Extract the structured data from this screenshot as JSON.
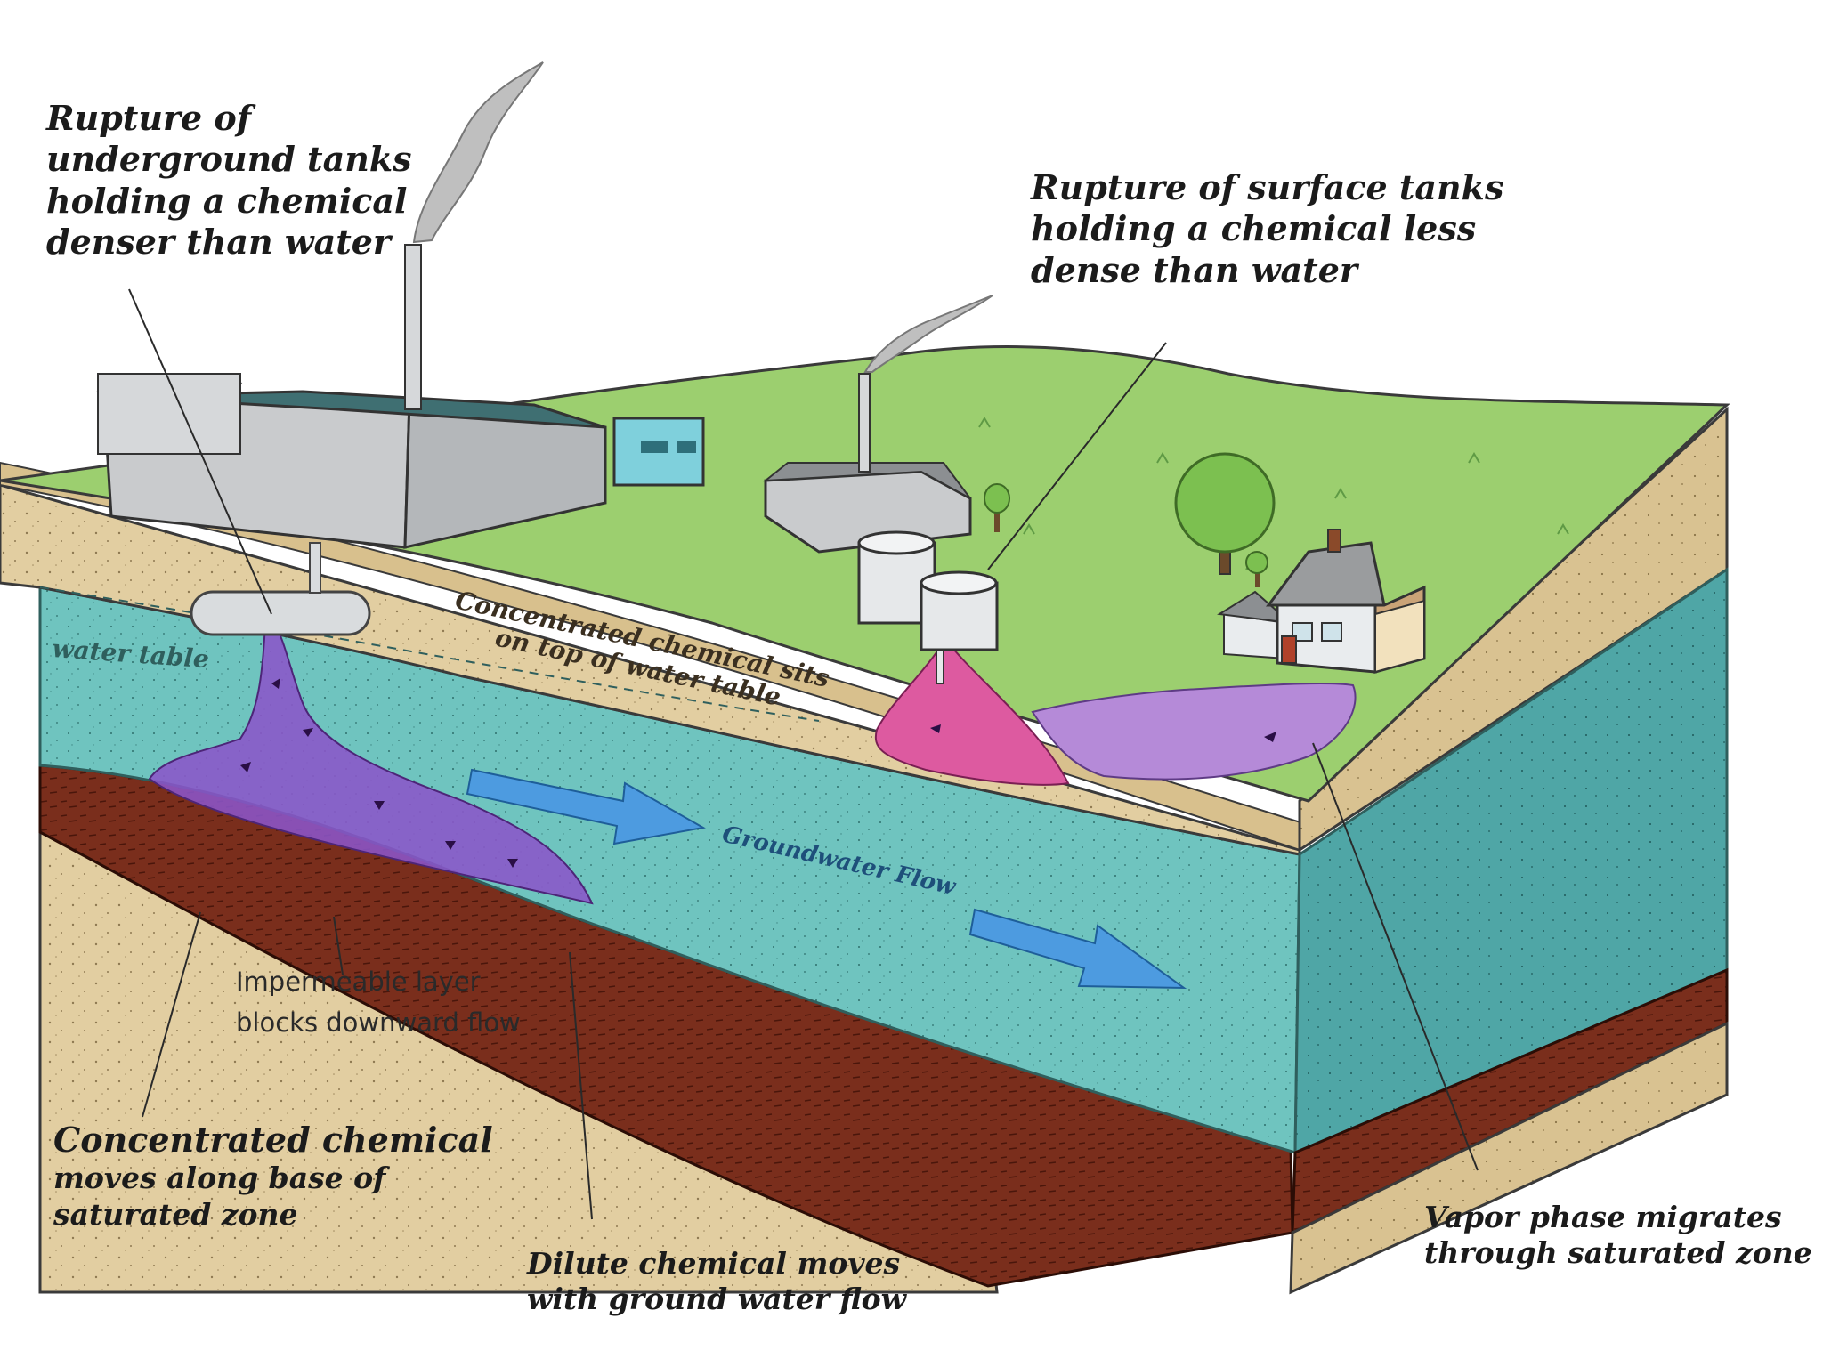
{
  "callouts": {
    "underground_tanks": [
      "Rupture of",
      "underground tanks",
      "holding a chemical",
      "denser than water"
    ],
    "surface_tanks": [
      "Rupture of surface tanks",
      "holding a chemical less",
      "dense than water"
    ],
    "concentrated_base": [
      "Concentrated chemical",
      "moves along base of",
      "saturated zone"
    ],
    "dilute_chemical": [
      "Dilute chemical moves",
      "with ground water flow"
    ],
    "vapor_phase": [
      "Vapor phase migrates",
      "through saturated zone"
    ],
    "impermeable_layer": [
      "Impermeable layer",
      "blocks downward flow"
    ]
  },
  "in_diagram_labels": {
    "water_table": "water table",
    "concentrated_top_line1": "Concentrated chemical sits",
    "concentrated_top_line2": "on top of water table",
    "groundwater_flow": "Groundwater Flow"
  },
  "colors": {
    "sky": "#ffffff",
    "grass": "#9ccf6f",
    "soil_tan": "#e2cea1",
    "saturated_zone": "#6fc4bf",
    "impermeable_brown": "#7a2e1c",
    "dense_plume": "#8b55c9",
    "light_plume_pink": "#dd5aa0",
    "light_plume_lavender": "#b58ad8",
    "flow_arrow": "#4d9be0",
    "building_gray": "#c9cbcd",
    "roof_teal": "#3f6f72"
  }
}
